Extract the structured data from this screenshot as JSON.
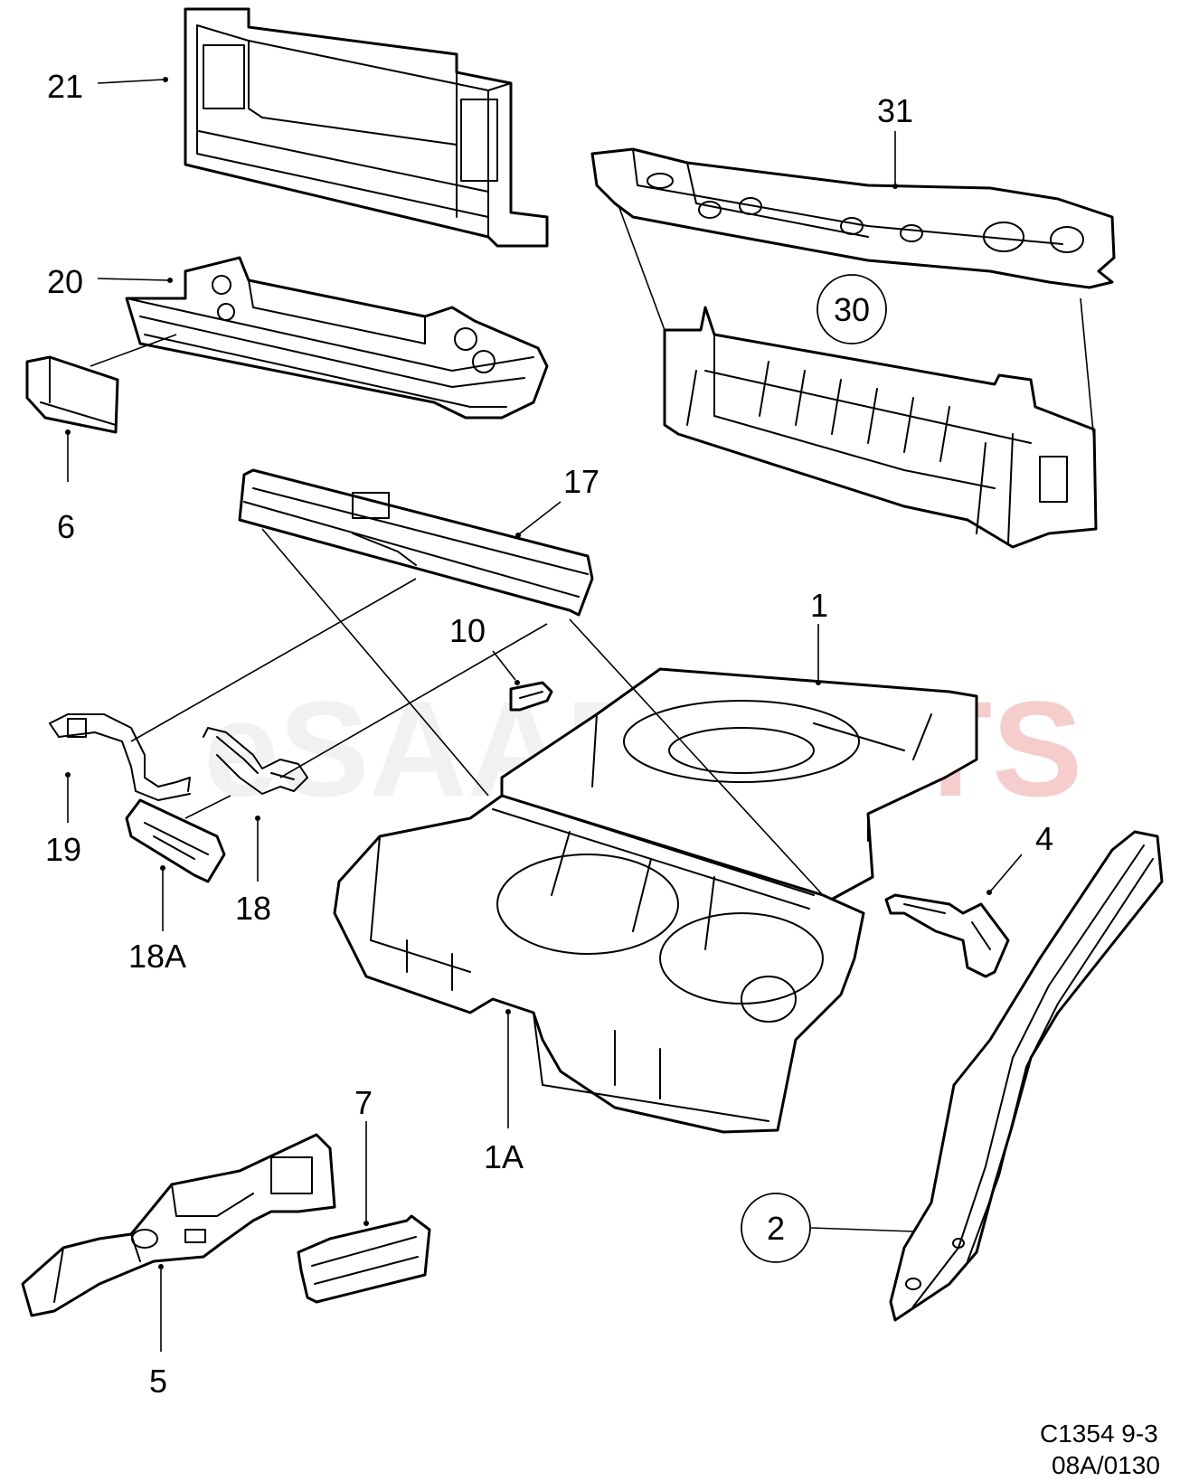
{
  "watermark": {
    "text_left": "eSAAB",
    "text_right": "PARTS",
    "color_left": "#e0e0e0",
    "color_right": "#e88a8a"
  },
  "callouts": {
    "c21": "21",
    "c20": "20",
    "c6": "6",
    "c31": "31",
    "c30": "30",
    "c17": "17",
    "c1": "1",
    "c10": "10",
    "c19": "19",
    "c18": "18",
    "c18A": "18A",
    "c4": "4",
    "c1A": "1A",
    "c7": "7",
    "c5": "5",
    "c2": "2"
  },
  "figure_code": {
    "line1": "C1354 9-3",
    "line2": "08A/0130"
  }
}
